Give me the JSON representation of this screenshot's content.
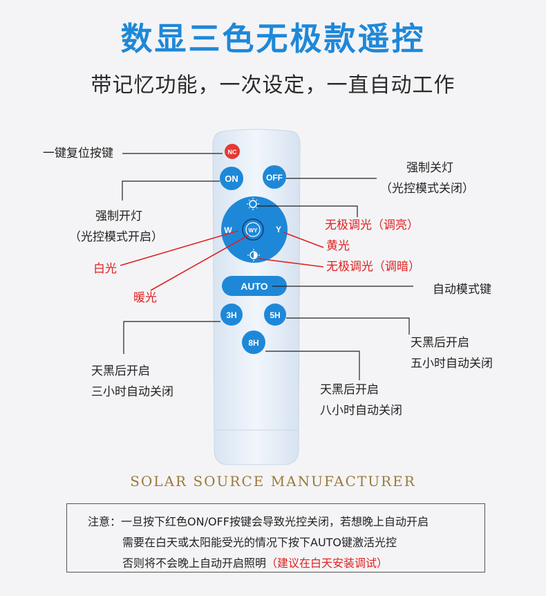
{
  "title": "数显三色无极款遥控",
  "subtitle": "带记忆功能，一次设定，一直自动工作",
  "remote": {
    "btn_nc": "NC",
    "btn_on": "ON",
    "btn_off": "OFF",
    "btn_w": "W",
    "btn_y": "Y",
    "btn_wy": "WY",
    "btn_auto": "AUTO",
    "btn_3h": "3H",
    "btn_5h": "5H",
    "btn_8h": "8H"
  },
  "labels": {
    "reset": "一键复位按键",
    "force_off": "强制关灯",
    "force_off_note": "（光控模式关闭）",
    "force_on": "强制开灯",
    "force_on_note": "（光控模式开启）",
    "dim_up": "无极调光（调亮）",
    "yellow": "黄光",
    "white": "白光",
    "dim_down": "无极调光（调暗）",
    "warm": "暖光",
    "auto_key": "自动模式键",
    "dark_on_3": "天黑后开启",
    "off_3": "三小时自动关闭",
    "dark_on_5": "天黑后开启",
    "off_5": "五小时自动关闭",
    "dark_on_8": "天黑后开启",
    "off_8": "八小时自动关闭"
  },
  "brand": "SOLAR SOURCE MANUFACTURER",
  "notice": {
    "line1": "注意：一旦按下红色ON/OFF按键会导致光控关闭，若想晚上自动开启",
    "line2": "需要在白天或太阳能受光的情况下按下AUTO键激活光控",
    "line3_a": "否则将不会晚上自动开启照明",
    "line3_b": "（建议在白天安装调试）"
  },
  "colors": {
    "title_blue": "#1e88d8",
    "button_blue": "#1e88d8",
    "remote_body": "#e8f1fa",
    "nc_red": "#e53935",
    "label_red": "#e02020",
    "brand_gold": "#9a7a3c"
  }
}
